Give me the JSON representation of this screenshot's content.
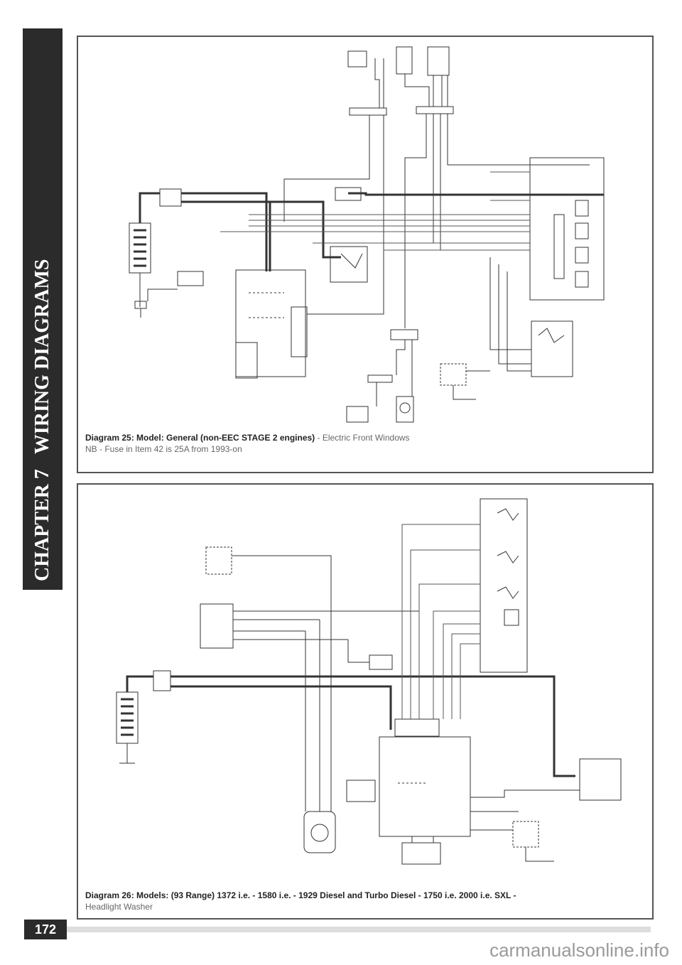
{
  "sidebar": {
    "chapter": "CHAPTER 7",
    "title": "WIRING DIAGRAMS"
  },
  "diagram25": {
    "caption_bold": "Diagram 25: Model: General (non-EEC STAGE 2 engines)",
    "caption_light": " - Electric Front Windows",
    "note": "NB - Fuse in Item 42 is 25A from 1993-on"
  },
  "diagram26": {
    "caption_bold": "Diagram 26: Models: (93 Range) 1372 i.e. - 1580 i.e. - 1929 Diesel and Turbo Diesel - 1750 i.e. 2000 i.e. SXL -",
    "caption_light": "Headlight Washer"
  },
  "page": {
    "number": "172",
    "watermark": "carmanualsonline.info"
  }
}
